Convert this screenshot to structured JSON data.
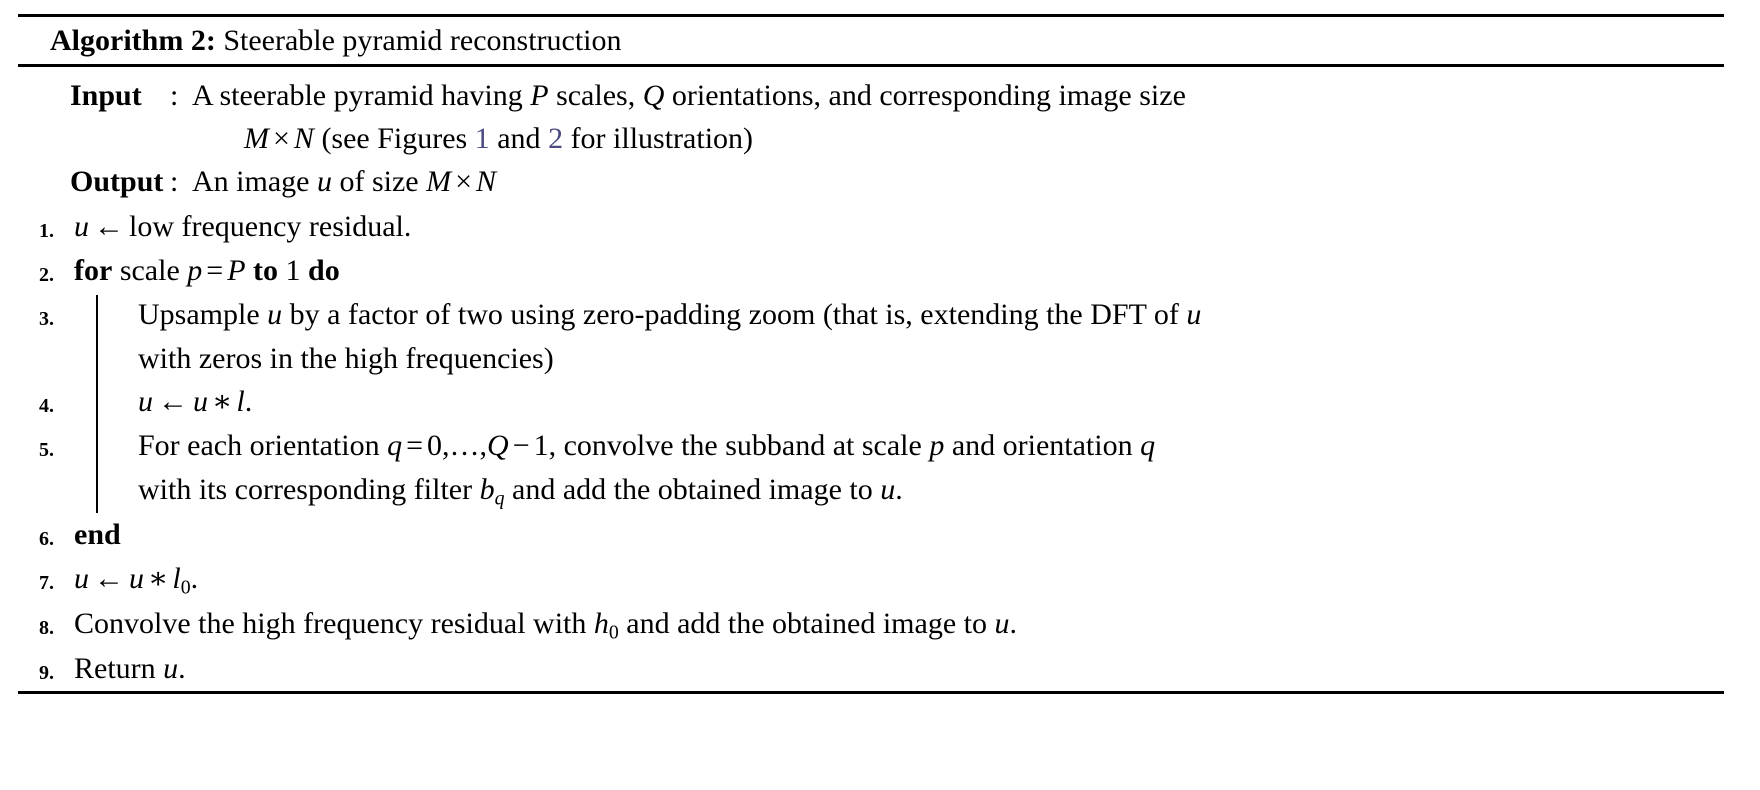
{
  "algorithm": {
    "label": "Algorithm 2:",
    "title": "Steerable pyramid reconstruction",
    "io": {
      "input_label": "Input",
      "input_colon": ":",
      "input_text_a": "A steerable pyramid having ",
      "input_var_p": "P",
      "input_text_b": " scales, ",
      "input_var_q": "Q",
      "input_text_c": " orientations, and corresponding image size",
      "input_cont_m": "M",
      "input_cont_times": "×",
      "input_cont_n": "N",
      "input_cont_text": " (see Figures ",
      "input_ref_1": "1",
      "input_ref_and": " and ",
      "input_ref_2": "2",
      "input_cont_tail": " for illustration)",
      "output_label": "Output",
      "output_colon": ":",
      "output_text_a": "An image ",
      "output_var_u": "u",
      "output_text_b": " of size ",
      "output_m": "M",
      "output_times": "×",
      "output_n": "N"
    },
    "steps": [
      {
        "num": "1.",
        "text_a": "u",
        "arrow": "←",
        "text_b": "low frequency residual."
      },
      {
        "num": "2.",
        "kw_for": "for",
        "text_a": " scale ",
        "var_p_low": "p",
        "eq": "=",
        "var_p_up": "P",
        "kw_to": "to",
        "num_one": "1",
        "kw_do": "do"
      },
      {
        "num": "3.",
        "text_a": "Upsample ",
        "var_u": "u",
        "text_b": " by a factor of two using zero-padding zoom (that is, extending the DFT of ",
        "var_u2": "u",
        "cont": "with zeros in the high frequencies)"
      },
      {
        "num": "4.",
        "var_u": "u",
        "arrow": "←",
        "var_u2": "u",
        "ast": "∗",
        "var_l": "l",
        "period": "."
      },
      {
        "num": "5.",
        "text_a": "For each orientation ",
        "var_q": "q",
        "eq": "=",
        "zero": "0",
        "dots": ",…,",
        "var_Q": "Q",
        "minus": "−",
        "one": "1",
        "text_b": ", convolve the subband at scale ",
        "var_p": "p",
        "text_c": " and orientation ",
        "var_q2": "q",
        "cont_a": "with its corresponding filter ",
        "cont_b": "b",
        "cont_sub": "q",
        "cont_c": " and add the obtained image to ",
        "cont_u": "u",
        "cont_d": "."
      },
      {
        "num": "6.",
        "kw_end": "end"
      },
      {
        "num": "7.",
        "var_u": "u",
        "arrow": "←",
        "var_u2": "u",
        "ast": "∗",
        "var_l": "l",
        "sub_zero": "0",
        "period": "."
      },
      {
        "num": "8.",
        "text_a": "Convolve the high frequency residual with ",
        "var_h": "h",
        "sub_zero": "0",
        "text_b": " and add the obtained image to ",
        "var_u": "u",
        "period": "."
      },
      {
        "num": "9.",
        "text_a": "Return ",
        "var_u": "u",
        "period": "."
      }
    ]
  },
  "colors": {
    "text": "#000000",
    "reference_link": "#4b4b82",
    "rule": "#000000",
    "background": "#ffffff"
  }
}
